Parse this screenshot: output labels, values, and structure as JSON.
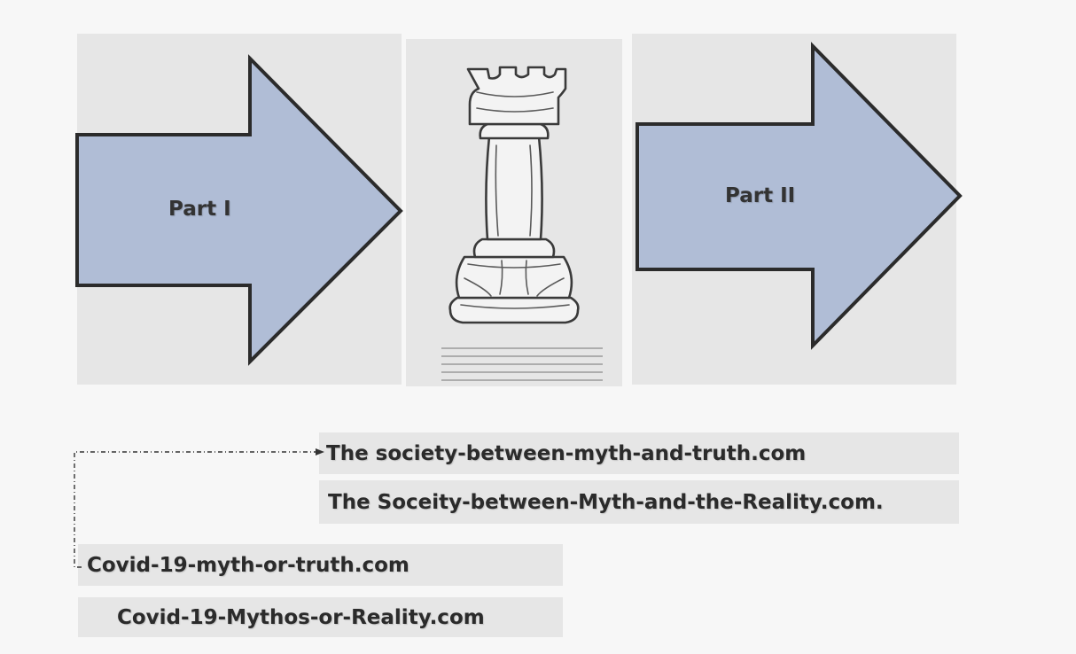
{
  "diagram": {
    "part_one_label": "Part I",
    "part_two_label": "Part II",
    "rook_icon": "chess-rook-icon",
    "sites": {
      "society_truth": "The society-between-myth-and-truth.com",
      "society_reality": "The Soceity-between-Myth-and-the-Reality.com.",
      "covid_truth": "Covid-19-myth-or-truth.com",
      "covid_reality": "Covid-19-Mythos-or-Reality.com"
    },
    "colors": {
      "arrow_fill": "#b0bdd6",
      "arrow_stroke": "#2b2b2b",
      "panel": "#e6e6e6",
      "background": "#f7f7f7"
    }
  }
}
